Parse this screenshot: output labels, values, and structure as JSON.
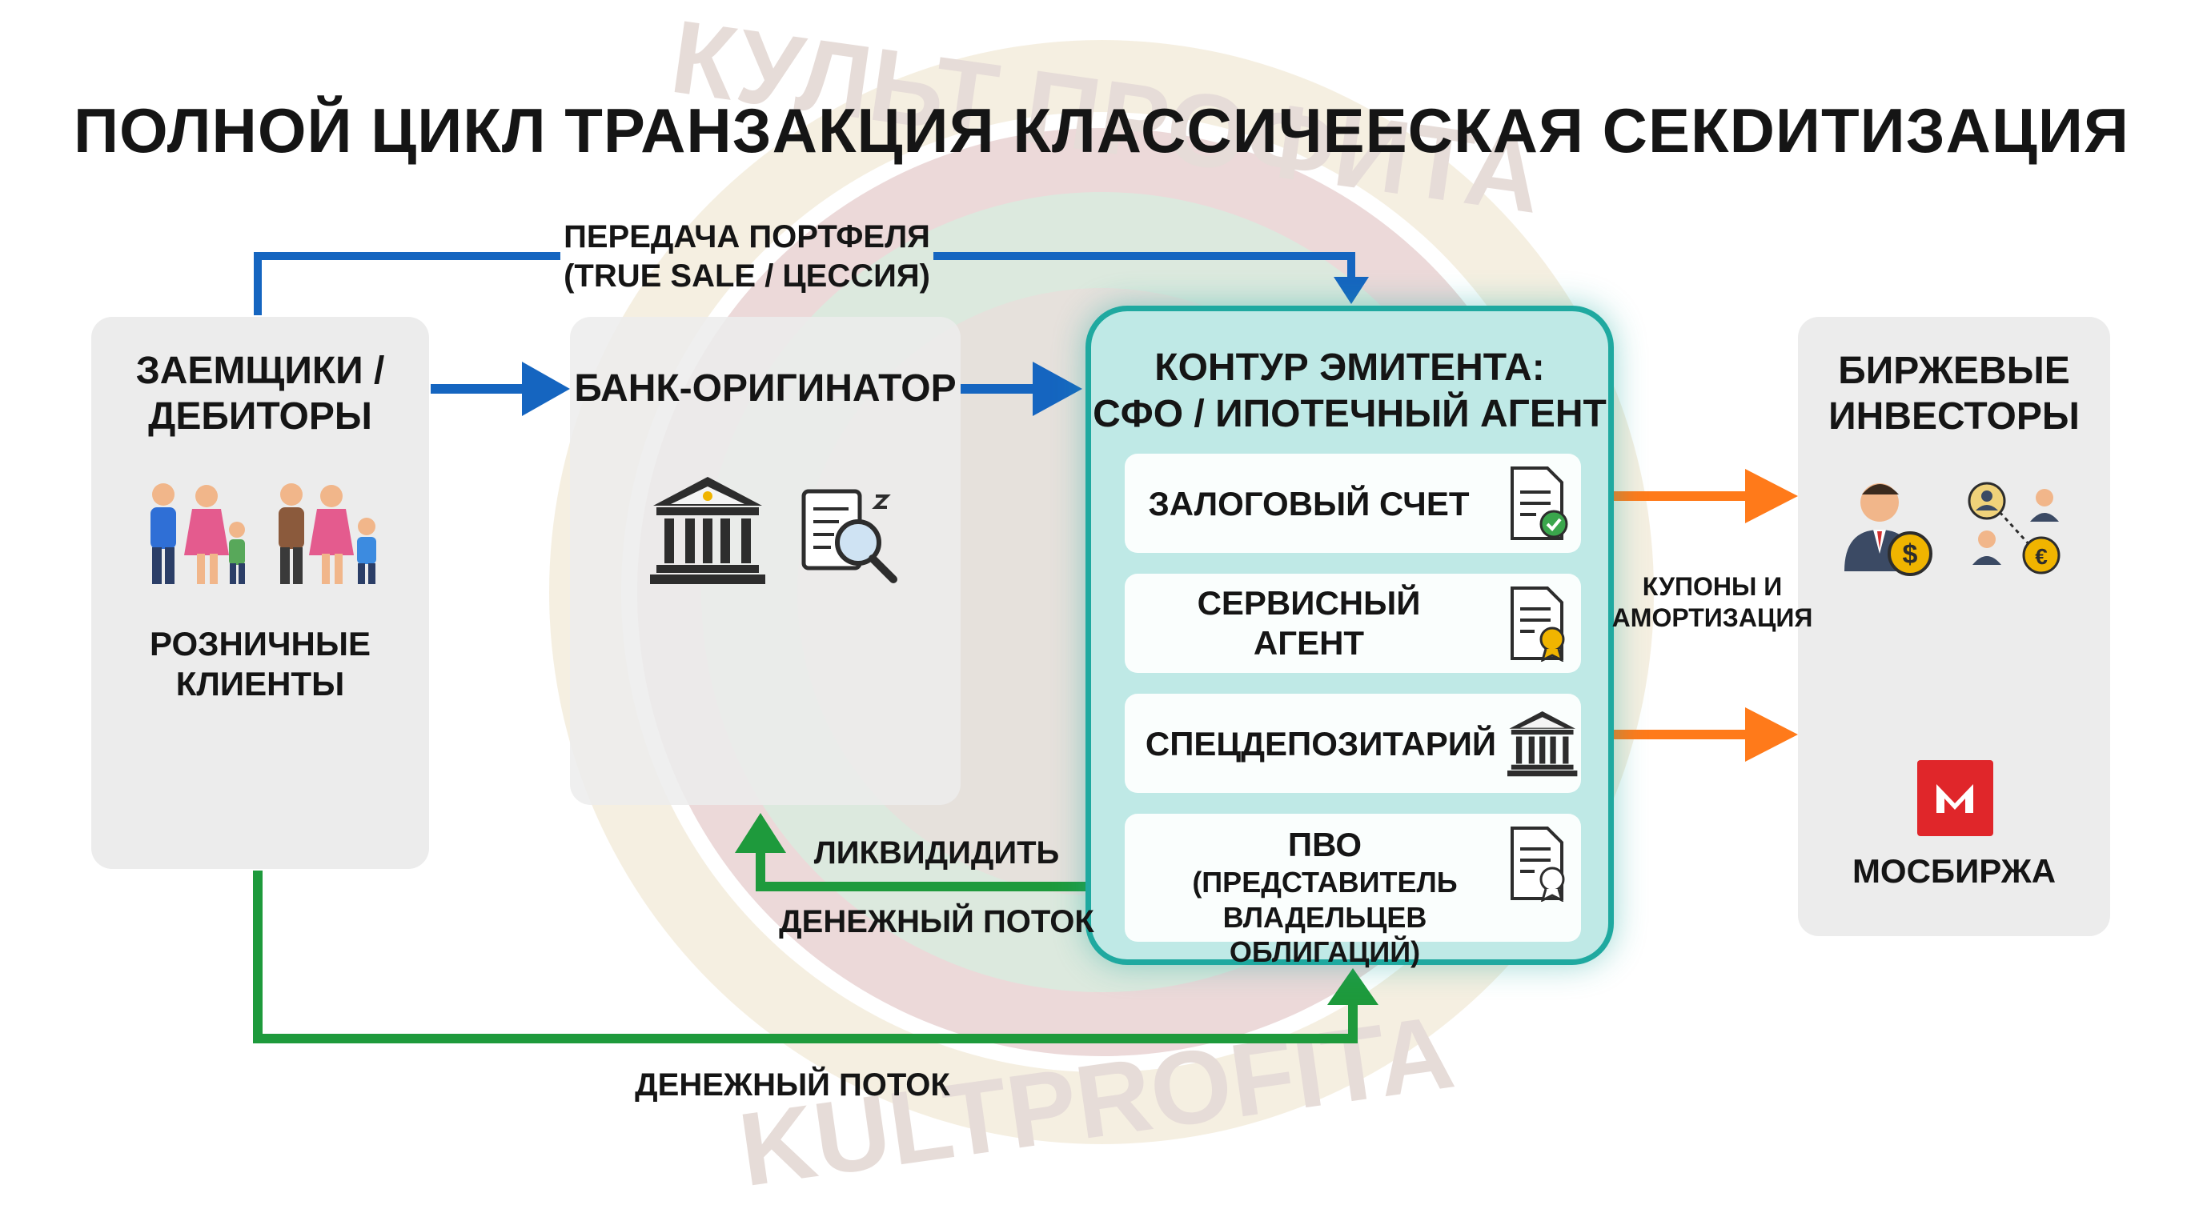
{
  "title": "ПОЛНОЙ ЦИКЛ ТРАНЗАКЦИЯ КЛАССИЧЕЕСКАЯ СЕКDИТИЗАЦИЯ",
  "top_transfer": {
    "line1": "ПЕРЕДАЧА ПОРТФЕЛЯ",
    "line2": "(TRUE SALE / ЦЕССИЯ)"
  },
  "borrowers": {
    "title_line1": "ЗАЕМЩИКИ /",
    "title_line2": "ДЕБИТОРЫ",
    "caption_line1": "РОЗНИЧНЫЕ",
    "caption_line2": "КЛИЕНТЫ",
    "icon": "family-icon"
  },
  "bank": {
    "title": "БАНК-ОРИГИНАТОР",
    "icons": [
      "bank-icon",
      "document-search-icon"
    ]
  },
  "emitter": {
    "title_line1": "КОНТУР ЭМИТЕНТА:",
    "title_line2": "СФО / ИПОТЕЧНЫЙ АГЕНТ",
    "items": [
      {
        "line1": "ЗАЛОГОВЫЙ СЧЕТ",
        "line2": "",
        "line3": "",
        "icon": "document-check-icon"
      },
      {
        "line1": "СЕРВИСНЫЙ",
        "line2": "АГЕНТ",
        "line3": "",
        "icon": "certificate-icon"
      },
      {
        "line1": "СПЕЦДЕПОЗИТАРИЙ",
        "line2": "",
        "line3": "",
        "icon": "bank-icon"
      },
      {
        "line1": "ПВО",
        "line2": "(ПРЕДСТАВИТЕЛЬ",
        "line3": "ВЛАДЕЛЬЦЕВ ОБЛИГАЦИЙ)",
        "icon": "certificate-icon"
      }
    ]
  },
  "coupons": {
    "line1": "КУПОНЫ И",
    "line2": "АМОРТИЗАЦИЯ"
  },
  "investors": {
    "title_line1": "БИРЖЕВЫЕ",
    "title_line2": "ИНВЕСТОРЫ",
    "icons": [
      "investor-icon",
      "network-icon"
    ]
  },
  "moex": {
    "label": "МОСБИРЖА",
    "icon": "moex-logo-icon"
  },
  "liquidity": {
    "line1": "ЛИКВИДИДИТЬ",
    "line2": "ДЕНЕЖНЫЙ ПОТОК"
  },
  "bottom_flow": {
    "label": "ДЕНЕЖНЫЙ ПОТОК"
  },
  "watermark": {
    "top_text": "КУЛЬТ ПРОФИТА",
    "bottom_text": "KULTPROFITA"
  },
  "colors": {
    "blue": "#1565c0",
    "green": "#1e9a3c",
    "orange": "#ff7a1a",
    "teal": "#1fa9a0",
    "panel": "#ececec"
  }
}
